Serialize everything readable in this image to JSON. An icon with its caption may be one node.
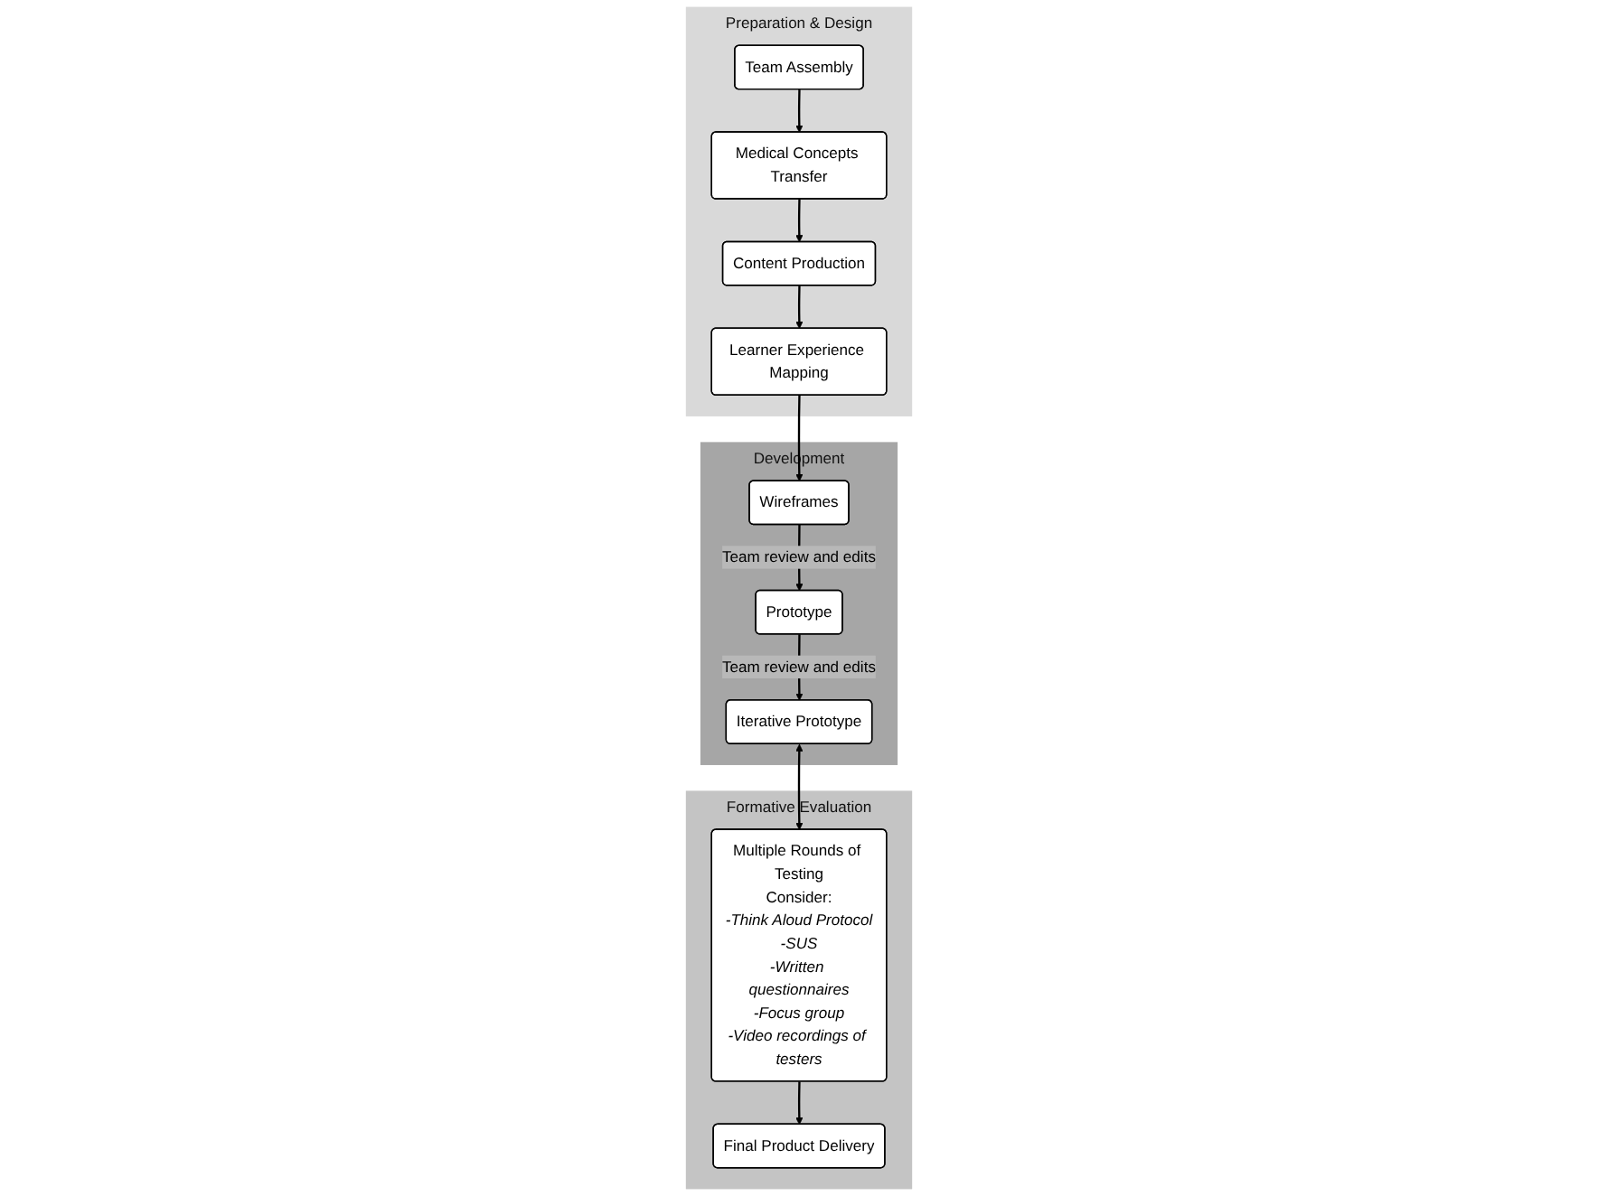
{
  "diagram": {
    "nodes": [
      {
        "text": [
          "Preparation & Design"
        ]
      },
      {
        "text": [
          "Team Assembly"
        ],
        "in": 0
      },
      {
        "text": [
          "Medical Concepts Transfer"
        ],
        "in": 0
      },
      {
        "text": [
          "Content Production"
        ],
        "in": 0
      },
      {
        "text": [
          "Learner Experience Mapping"
        ],
        "in": 0
      },
      {
        "text": [
          "Development"
        ]
      },
      {
        "text": [
          "Iterative Prototype"
        ],
        "in": 5
      },
      {
        "text": [
          "Prototype"
        ],
        "in": 5
      },
      {
        "text": [
          "Wireframes"
        ],
        "in": 5
      },
      {
        "text": [
          "Formative Evaluation"
        ]
      },
      {
        "text": [
          "Multiple Rounds of Testing",
          "Consider:",
          "-Think Aloud Protocol",
          "-SUS",
          "-Written questionnaires",
          "-Focus group",
          "-Video recordings of testers"
        ],
        "in": 9
      },
      {
        "text": [
          "Final Product Delivery"
        ],
        "in": 9
      }
    ],
    "edges": [
      {
        "from": 1,
        "to": 2,
        "arrow": "to"
      },
      {
        "from": 2,
        "to": 3,
        "arrow": "to"
      },
      {
        "from": 3,
        "to": 4,
        "arrow": "to"
      },
      {
        "from": 4,
        "to": 8,
        "arrow": "to"
      },
      {
        "from": 8,
        "to": 7,
        "arrow": "to",
        "label": "Team review and edits"
      },
      {
        "from": 7,
        "to": 6,
        "arrow": "to",
        "label": "Team review and edits"
      },
      {
        "from": 6,
        "to": 10,
        "arrow": "both"
      },
      {
        "from": 10,
        "to": 11,
        "arrow": "to"
      }
    ]
  }
}
